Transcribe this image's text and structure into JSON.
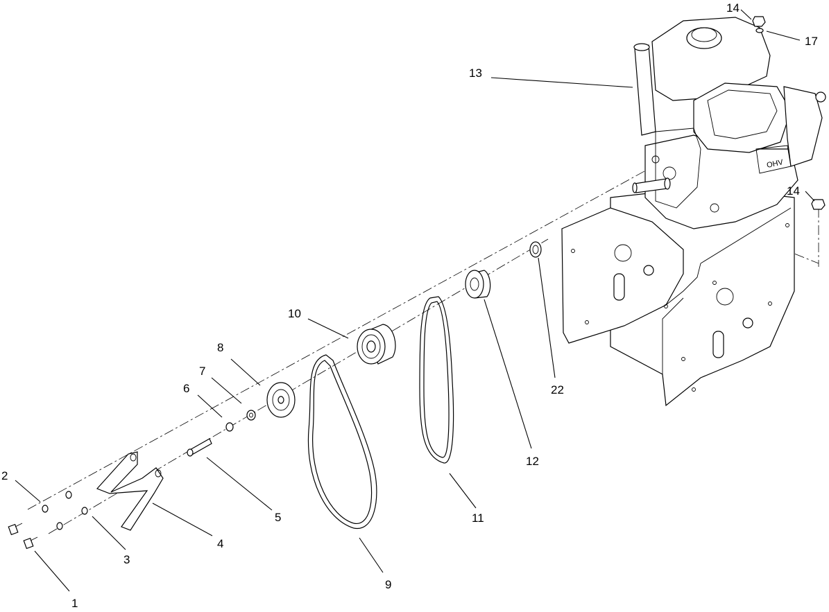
{
  "callouts": {
    "c1": "1",
    "c2": "2",
    "c3": "3",
    "c4": "4",
    "c5": "5",
    "c6": "6",
    "c7": "7",
    "c8": "8",
    "c9": "9",
    "c10": "10",
    "c11": "11",
    "c12": "12",
    "c13": "13",
    "c14a": "14",
    "c14b": "14",
    "c17": "17",
    "c22": "22"
  },
  "engine_mark": "OHV"
}
